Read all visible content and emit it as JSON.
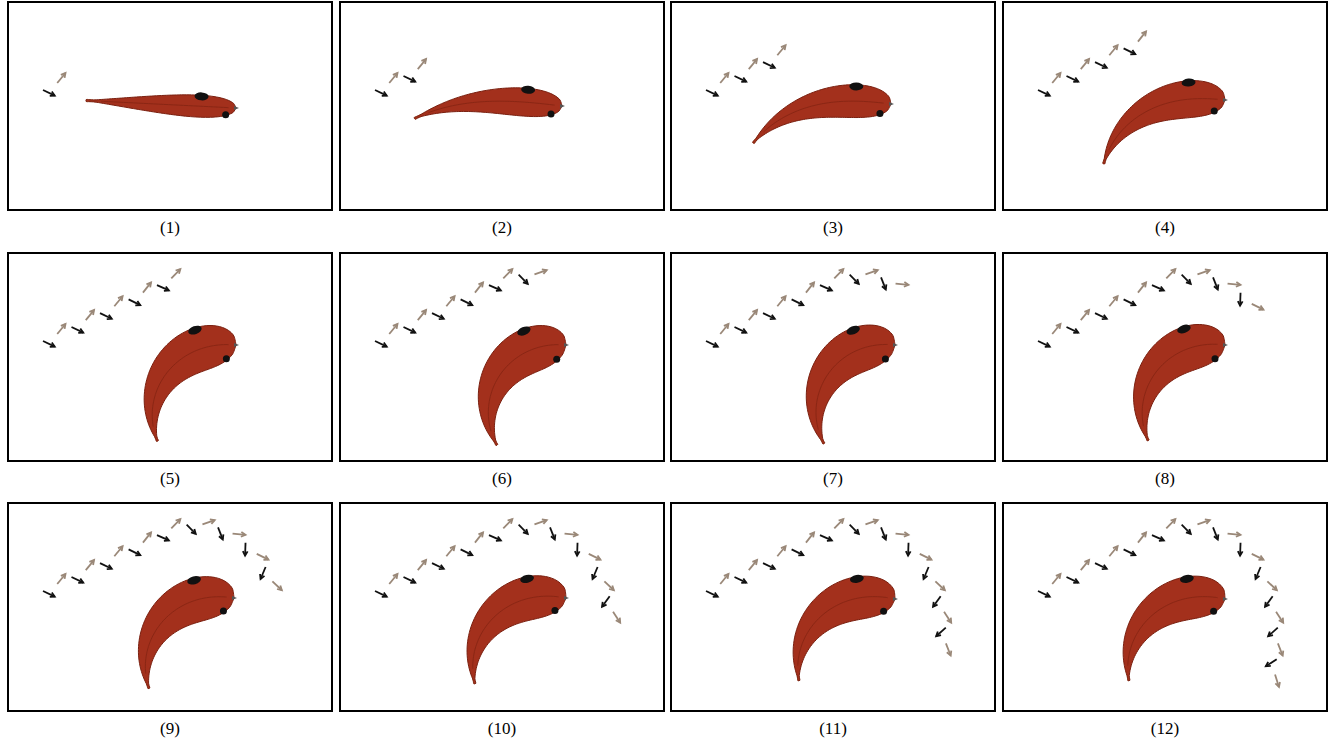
{
  "diagram": {
    "labels": [
      "(1)",
      "(2)",
      "(3)",
      "(4)",
      "(5)",
      "(6)",
      "(7)",
      "(8)",
      "(9)",
      "(10)",
      "(11)",
      "(12)"
    ]
  }
}
